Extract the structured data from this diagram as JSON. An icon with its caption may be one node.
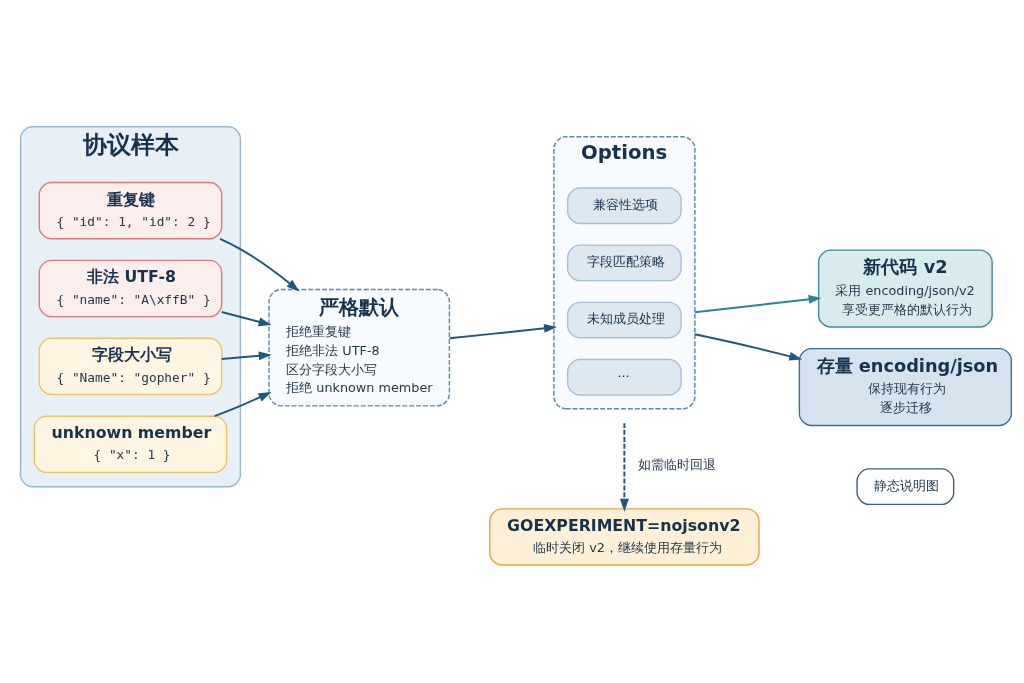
{
  "diagram": {
    "nodes": [
      {
        "text": [
          "协议样本"
        ]
      },
      {
        "text": [
          "重复键",
          "{ \"id\": 1, \"id\": 2 }"
        ],
        "in": 0
      },
      {
        "text": [
          "非法 UTF-8",
          "{ \"name\": \"A\\xffB\" }"
        ],
        "in": 0
      },
      {
        "text": [
          "字段大小写",
          "{ \"Name\": \"gopher\" }"
        ],
        "in": 0
      },
      {
        "text": [
          "unknown member",
          "{ \"x\": 1 }"
        ],
        "in": 0
      },
      {
        "text": [
          "严格默认",
          "拒绝重复键",
          "拒绝非法 UTF-8",
          "区分字段大小写",
          "拒绝 unknown member"
        ]
      },
      {
        "text": [
          "Options"
        ]
      },
      {
        "text": [
          "兼容性选项"
        ],
        "in": 6
      },
      {
        "text": [
          "字段匹配策略"
        ],
        "in": 6
      },
      {
        "text": [
          "未知成员处理"
        ],
        "in": 6
      },
      {
        "text": [
          "···"
        ],
        "in": 6
      },
      {
        "text": [
          "新代码 v2",
          "采用 encoding/json/v2",
          "享受更严格的默认行为"
        ]
      },
      {
        "text": [
          "存量 encoding/json",
          "保持现有行为",
          "逐步迁移"
        ]
      },
      {
        "text": [
          "GOEXPERIMENT=nojsonv2",
          "临时关闭 v2，继续使用存量行为"
        ]
      },
      {
        "text": [
          "静态说明图"
        ]
      }
    ],
    "edges": [
      {
        "from": 1,
        "to": 5,
        "arrow": "to"
      },
      {
        "from": 2,
        "to": 5,
        "arrow": "to"
      },
      {
        "from": 3,
        "to": 5,
        "arrow": "to"
      },
      {
        "from": 4,
        "to": 5,
        "arrow": "to"
      },
      {
        "from": 5,
        "to": 6,
        "arrow": "to"
      },
      {
        "from": 6,
        "to": 11,
        "arrow": "to",
        "color": "#2b8593"
      },
      {
        "from": 6,
        "to": 12,
        "arrow": "to"
      },
      {
        "from": null,
        "to": 13,
        "arrow": "to",
        "style": "dashed",
        "label": "如需临时回退"
      }
    ]
  }
}
